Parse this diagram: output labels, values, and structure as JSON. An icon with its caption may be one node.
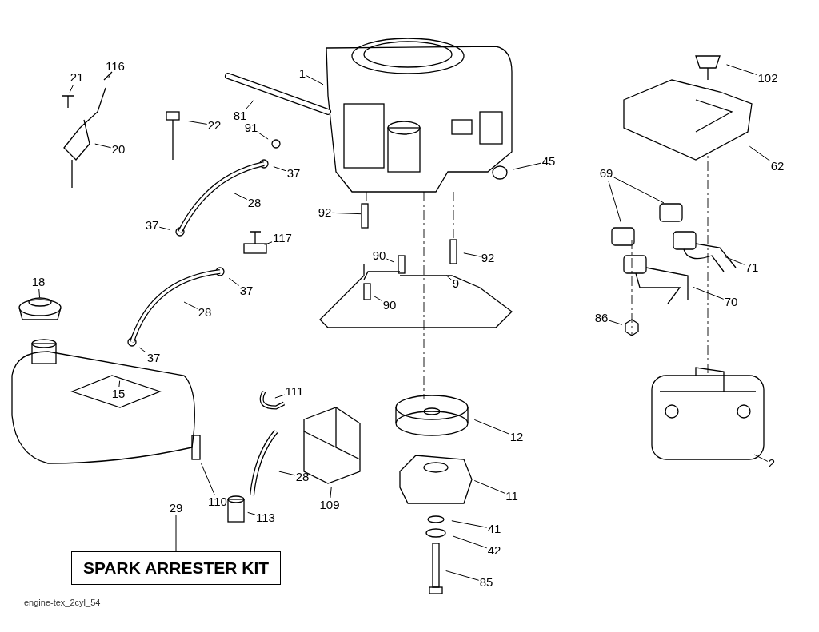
{
  "diagram": {
    "nodes": [
      {
        "text": [
          "1"
        ]
      },
      {
        "text": [
          "81"
        ]
      },
      {
        "text": [
          "22"
        ]
      },
      {
        "text": [
          "21"
        ]
      },
      {
        "text": [
          "116"
        ]
      },
      {
        "text": [
          "20"
        ]
      },
      {
        "text": [
          "91"
        ]
      },
      {
        "text": [
          "37"
        ]
      },
      {
        "text": [
          "28"
        ]
      },
      {
        "text": [
          "37"
        ]
      },
      {
        "text": [
          "117"
        ]
      },
      {
        "text": [
          "37"
        ]
      },
      {
        "text": [
          "18"
        ]
      },
      {
        "text": [
          "28"
        ]
      },
      {
        "text": [
          "37"
        ]
      },
      {
        "text": [
          "15"
        ]
      },
      {
        "text": [
          "92"
        ]
      },
      {
        "text": [
          "90"
        ]
      },
      {
        "text": [
          "92"
        ]
      },
      {
        "text": [
          "9"
        ]
      },
      {
        "text": [
          "90"
        ]
      },
      {
        "text": [
          "45"
        ]
      },
      {
        "text": [
          "111"
        ]
      },
      {
        "text": [
          "28"
        ]
      },
      {
        "text": [
          "109"
        ]
      },
      {
        "text": [
          "110"
        ]
      },
      {
        "text": [
          "113"
        ]
      },
      {
        "text": [
          "29"
        ]
      },
      {
        "text": [
          "SPARK ARRESTER KIT"
        ]
      },
      {
        "text": [
          "12"
        ]
      },
      {
        "text": [
          "11"
        ]
      },
      {
        "text": [
          "41"
        ]
      },
      {
        "text": [
          "42"
        ]
      },
      {
        "text": [
          "85"
        ]
      },
      {
        "text": [
          "102"
        ]
      },
      {
        "text": [
          "62"
        ]
      },
      {
        "text": [
          "69"
        ]
      },
      {
        "text": [
          "71"
        ]
      },
      {
        "text": [
          "70"
        ]
      },
      {
        "text": [
          "86"
        ]
      },
      {
        "text": [
          "2"
        ]
      }
    ],
    "edges": [
      {
        "from": 0,
        "to": null,
        "arrow": "none"
      },
      {
        "from": 1,
        "to": null,
        "arrow": "none"
      },
      {
        "from": 2,
        "to": null,
        "arrow": "none"
      },
      {
        "from": 3,
        "to": null,
        "arrow": "none"
      },
      {
        "from": 4,
        "to": null,
        "arrow": "none"
      },
      {
        "from": 5,
        "to": null,
        "arrow": "none"
      },
      {
        "from": 6,
        "to": null,
        "arrow": "none"
      },
      {
        "from": 7,
        "to": null,
        "arrow": "none"
      },
      {
        "from": 8,
        "to": null,
        "arrow": "none"
      },
      {
        "from": 9,
        "to": null,
        "arrow": "none"
      },
      {
        "from": 10,
        "to": null,
        "arrow": "none"
      },
      {
        "from": 11,
        "to": null,
        "arrow": "none"
      },
      {
        "from": 12,
        "to": null,
        "arrow": "none"
      },
      {
        "from": 13,
        "to": null,
        "arrow": "none"
      },
      {
        "from": 14,
        "to": null,
        "arrow": "none"
      },
      {
        "from": 15,
        "to": null,
        "arrow": "none"
      },
      {
        "from": 16,
        "to": null,
        "arrow": "none"
      },
      {
        "from": 17,
        "to": null,
        "arrow": "none"
      },
      {
        "from": 18,
        "to": null,
        "arrow": "none"
      },
      {
        "from": 19,
        "to": null,
        "arrow": "none"
      },
      {
        "from": 20,
        "to": null,
        "arrow": "none"
      },
      {
        "from": 21,
        "to": null,
        "arrow": "none"
      },
      {
        "from": 22,
        "to": null,
        "arrow": "none"
      },
      {
        "from": 23,
        "to": null,
        "arrow": "none"
      },
      {
        "from": 24,
        "to": null,
        "arrow": "none"
      },
      {
        "from": 25,
        "to": null,
        "arrow": "none"
      },
      {
        "from": 26,
        "to": null,
        "arrow": "none"
      },
      {
        "from": 27,
        "to": 28,
        "arrow": "none"
      },
      {
        "from": 29,
        "to": null,
        "arrow": "none"
      },
      {
        "from": 30,
        "to": null,
        "arrow": "none"
      },
      {
        "from": 31,
        "to": null,
        "arrow": "none"
      },
      {
        "from": 32,
        "to": null,
        "arrow": "none"
      },
      {
        "from": 33,
        "to": null,
        "arrow": "none"
      },
      {
        "from": 34,
        "to": null,
        "arrow": "none"
      },
      {
        "from": 35,
        "to": null,
        "arrow": "none"
      },
      {
        "from": 36,
        "to": null,
        "arrow": "none"
      },
      {
        "from": 36,
        "to": null,
        "arrow": "none"
      },
      {
        "from": 37,
        "to": null,
        "arrow": "none"
      },
      {
        "from": 38,
        "to": null,
        "arrow": "none"
      },
      {
        "from": 39,
        "to": null,
        "arrow": "none"
      },
      {
        "from": 40,
        "to": null,
        "arrow": "none"
      }
    ],
    "labels": [
      "engine-tex_2cyl_54"
    ]
  }
}
